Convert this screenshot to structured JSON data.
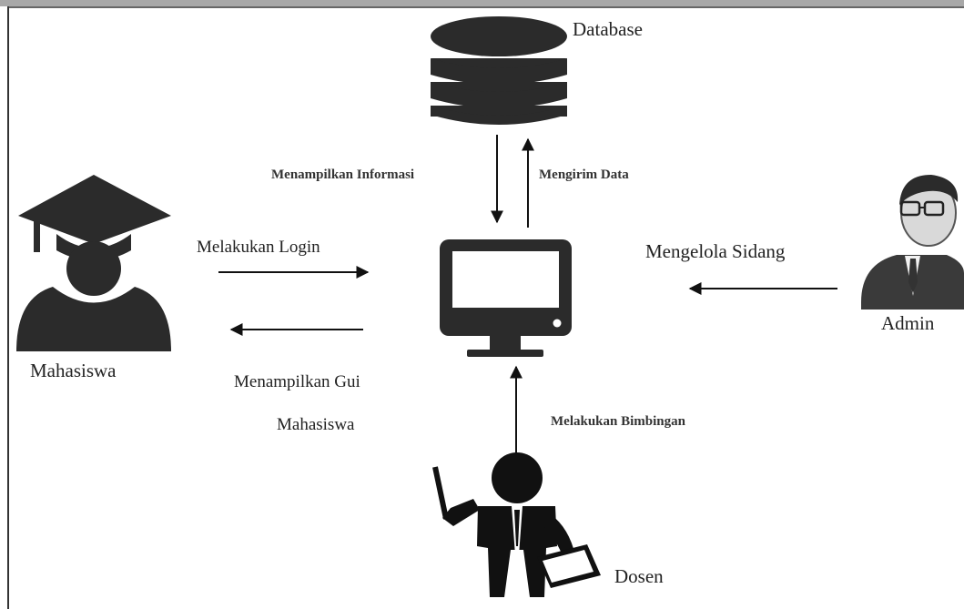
{
  "nodes": {
    "database": "Database",
    "mahasiswa": "Mahasiswa",
    "admin": "Admin",
    "dosen": "Dosen"
  },
  "edges": {
    "menampilkan_informasi": "Menampilkan Informasi",
    "mengirim_data": "Mengirim Data",
    "melakukan_login": "Melakukan Login",
    "menampilkan_gui_line1": "Menampilkan Gui",
    "menampilkan_gui_line2": "Mahasiswa",
    "mengelola_sidang": "Mengelola Sidang",
    "melakukan_bimbingan": "Melakukan Bimbingan"
  },
  "icons": {
    "database": "database-icon",
    "student": "graduate-student-icon",
    "admin": "businessman-icon",
    "computer": "monitor-icon",
    "lecturer": "teacher-pointer-icon"
  },
  "colors": {
    "frame_top": "#a8a8a8",
    "frame_border": "#333333",
    "icon": "#2b2b2b",
    "arrow": "#111111"
  }
}
